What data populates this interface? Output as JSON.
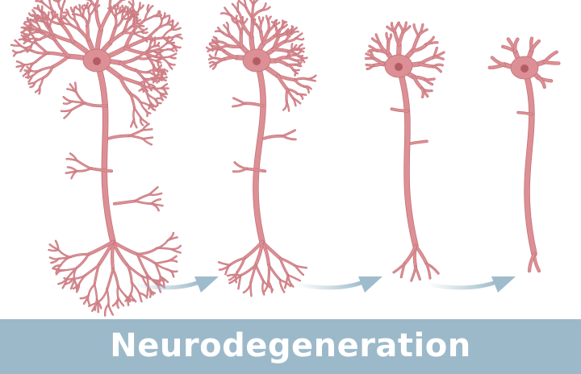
{
  "banner": {
    "title": "Neurodegeneration"
  },
  "colors": {
    "cell": "#dc8f94",
    "outline": "#c27279",
    "nucleus": "#b45c64",
    "arrow": "#9fbccc",
    "banner": "#9cb9ca"
  },
  "stages": [
    {
      "name": "healthy-neuron",
      "complexity": 4
    },
    {
      "name": "early-degeneration-neuron",
      "complexity": 3
    },
    {
      "name": "advanced-degeneration-neuron",
      "complexity": 2
    },
    {
      "name": "severe-degeneration-neuron",
      "complexity": 1
    }
  ]
}
